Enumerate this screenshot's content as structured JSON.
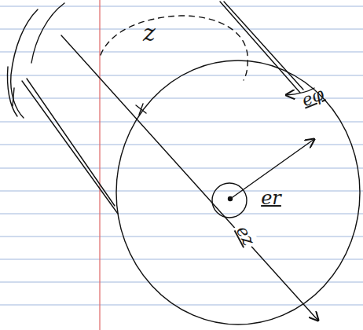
{
  "diagram": {
    "labels": [
      "z",
      "eφ",
      "er",
      "ez"
    ]
  }
}
